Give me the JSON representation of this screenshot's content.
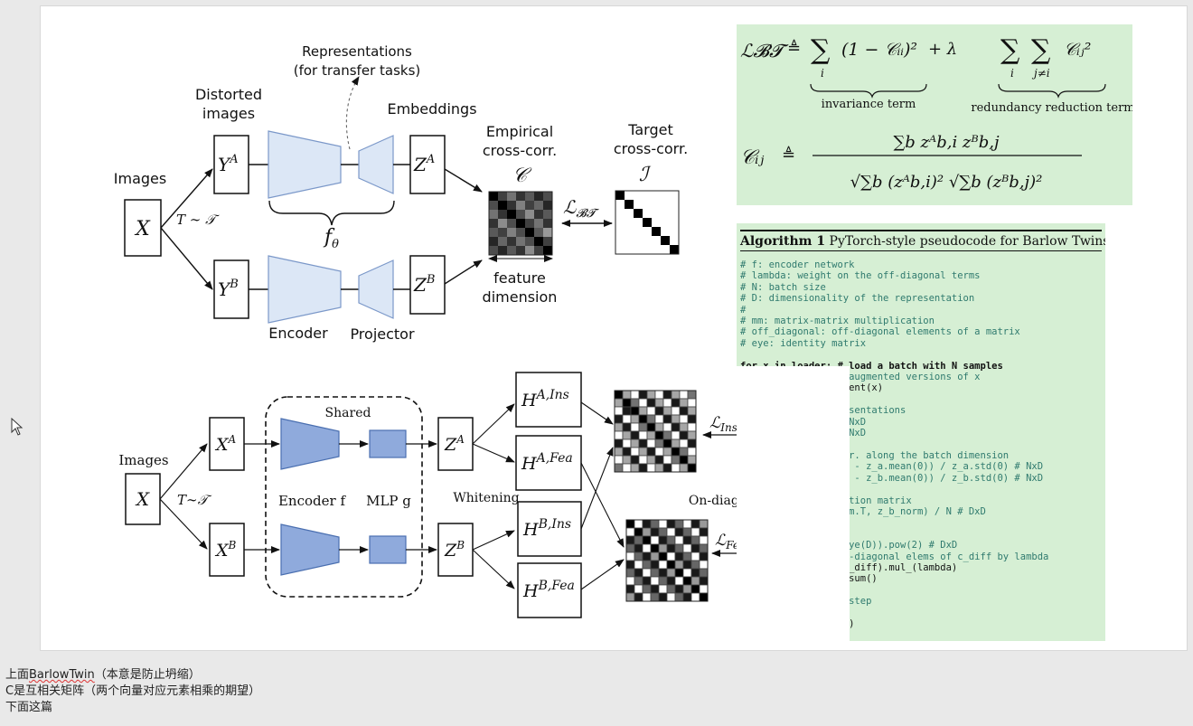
{
  "top_diagram": {
    "images_label": "Images",
    "x_label": "X",
    "transform_label": "T ∼ 𝒯",
    "distorted_label_1": "Distorted",
    "distorted_label_2": "images",
    "ya_label": "Y",
    "ya_sup": "A",
    "yb_label": "Y",
    "yb_sup": "B",
    "representations_label_1": "Representations",
    "representations_label_2": "(for transfer tasks)",
    "embeddings_label": "Embeddings",
    "za_label": "Z",
    "za_sup": "A",
    "zb_label": "Z",
    "zb_sup": "B",
    "f_theta_label": "f",
    "f_theta_sub": "θ",
    "encoder_label": "Encoder",
    "projector_label": "Projector",
    "empirical_label_1": "Empirical",
    "empirical_label_2": "cross-corr.",
    "c_symbol": "𝒞",
    "target_label_1": "Target",
    "target_label_2": "cross-corr.",
    "i_symbol": "ℐ",
    "loss_label": "ℒ",
    "loss_sub": "𝓑𝓣",
    "feature_label_1": "feature",
    "feature_label_2": "dimension"
  },
  "bottom_diagram": {
    "images_label": "Images",
    "x_label": "X",
    "transform_label": "T∼𝒯",
    "xa_label": "X",
    "xa_sup": "A",
    "xb_label": "X",
    "xb_sup": "B",
    "shared_label": "Shared",
    "encoder_label": "Encoder f",
    "mlp_label": "MLP g",
    "za_label": "Z",
    "za_sup": "A",
    "zb_label": "Z",
    "zb_sup": "B",
    "whitening_label": "Whitening",
    "h_a_ins_label": "H",
    "h_a_ins_sup": "A,Ins",
    "h_a_fea_label": "H",
    "h_a_fea_sup": "A,Fea",
    "h_b_ins_label": "H",
    "h_b_ins_sup": "B,Ins",
    "h_b_fea_label": "H",
    "h_b_fea_sup": "B,Fea",
    "loss_ins_label": "ℒ",
    "loss_ins_sub": "Ins",
    "loss_fea_label": "ℒ",
    "loss_fea_sub": "Fea",
    "on_diag_label": "On-diag only"
  },
  "formulas": {
    "lbt": "ℒ𝓑𝓣",
    "def_sym": "≜",
    "sum_sym": "∑",
    "sum_idx_i": "i",
    "sum_idx_j": "j≠i",
    "term1": "(1 − 𝒞ᵢᵢ)²",
    "plus_lambda": "+  λ",
    "term2": "𝒞ᵢⱼ²",
    "invariance_label": "invariance term",
    "redundancy_label": "redundancy reduction term",
    "cij": "𝒞ᵢⱼ",
    "numerator": "∑b zᴬb,i zᴮb,j",
    "denominator": "√∑b (zᴬb,i)² √∑b (zᴮb,j)²"
  },
  "algorithm": {
    "title_bold": "Algorithm 1",
    "title_rest": " PyTorch-style pseudocode for Barlow Twins.",
    "lines": [
      {
        "t": "# f: encoder network",
        "c": "c"
      },
      {
        "t": "# lambda: weight on the off-diagonal terms",
        "c": "c"
      },
      {
        "t": "# N: batch size",
        "c": "c"
      },
      {
        "t": "# D: dimensionality of the representation",
        "c": "c"
      },
      {
        "t": "#",
        "c": "c"
      },
      {
        "t": "# mm: matrix-matrix multiplication",
        "c": "c"
      },
      {
        "t": "# off_diagonal: off-diagonal elements of a matrix",
        "c": "c"
      },
      {
        "t": "# eye: identity matrix",
        "c": "c"
      },
      {
        "t": "",
        "c": "c"
      },
      {
        "t": "for x in loader: # load a batch with N samples",
        "c": "k"
      },
      {
        "t": "                 y augmented versions of x",
        "c": "c"
      },
      {
        "t": "                 gment(x)",
        "c": "n"
      },
      {
        "t": "",
        "c": "c"
      },
      {
        "t": "                 resentations",
        "c": "c"
      },
      {
        "t": "                 # NxD",
        "c": "c"
      },
      {
        "t": "                 # NxD",
        "c": "c"
      },
      {
        "t": "",
        "c": "c"
      },
      {
        "t": "                 epr. along the batch dimension",
        "c": "c"
      },
      {
        "t": "                 _a - z_a.mean(0)) / z_a.std(0) # NxD",
        "c": "c"
      },
      {
        "t": "                 _b - z_b.mean(0)) / z_b.std(0) # NxD",
        "c": "c"
      },
      {
        "t": "",
        "c": "c"
      },
      {
        "t": "                 lation matrix",
        "c": "c"
      },
      {
        "t": "                 orm.T, z_b_norm) / N # DxD",
        "c": "c"
      },
      {
        "t": "",
        "c": "c"
      },
      {
        "t": "",
        "c": "c"
      },
      {
        "t": "                  eye(D)).pow(2) # DxD",
        "c": "c"
      },
      {
        "t": "                 ff-diagonal elems of c_diff by lambda",
        "c": "c"
      },
      {
        "t": "                 (c_diff).mul_(lambda)",
        "c": "n"
      },
      {
        "t": "                 f.sum()",
        "c": "n"
      },
      {
        "t": "",
        "c": "c"
      },
      {
        "t": "                 n step",
        "c": "c"
      },
      {
        "t": "                 ()",
        "c": "n"
      },
      {
        "t": "                 p()",
        "c": "n"
      }
    ]
  },
  "notes": {
    "line1_prefix": "上面",
    "line1_word": "BarlowTwin",
    "line1_rest": "（本意是防止坍缩）",
    "line2": "C是互相关矩阵（两个向量对应元素相乘的期望）",
    "line3": "下面这篇"
  },
  "matrices": {
    "empirical_top": [
      [
        0.08,
        0.25,
        0.45,
        0.2,
        0.35,
        0.15,
        0.3
      ],
      [
        0.3,
        0.05,
        0.2,
        0.5,
        0.25,
        0.4,
        0.15
      ],
      [
        0.45,
        0.2,
        0.0,
        0.3,
        0.55,
        0.2,
        0.35
      ],
      [
        0.2,
        0.55,
        0.3,
        0.1,
        0.25,
        0.45,
        0.2
      ],
      [
        0.35,
        0.25,
        0.5,
        0.3,
        0.05,
        0.35,
        0.6
      ],
      [
        0.15,
        0.4,
        0.2,
        0.45,
        0.3,
        0.1,
        0.25
      ],
      [
        0.3,
        0.15,
        0.35,
        0.2,
        0.55,
        0.25,
        0.05
      ]
    ],
    "noisy_bottom": [
      [
        0.0,
        0.7,
        1.0,
        0.4,
        0.7,
        1.0,
        0.3,
        0.7,
        1.0,
        0.5
      ],
      [
        0.7,
        0.0,
        0.5,
        1.0,
        0.3,
        0.7,
        1.0,
        0.4,
        0.7,
        1.0
      ],
      [
        1.0,
        0.4,
        0.0,
        0.7,
        1.0,
        0.3,
        0.7,
        1.0,
        0.4,
        0.7
      ],
      [
        0.4,
        1.0,
        0.7,
        0.0,
        0.5,
        1.0,
        0.4,
        0.7,
        1.0,
        0.3
      ],
      [
        0.7,
        0.3,
        1.0,
        0.5,
        0.0,
        0.7,
        1.0,
        0.3,
        0.7,
        1.0
      ],
      [
        1.0,
        0.7,
        0.4,
        1.0,
        0.7,
        0.0,
        0.5,
        1.0,
        0.3,
        0.7
      ],
      [
        0.3,
        1.0,
        0.7,
        0.3,
        1.0,
        0.5,
        0.0,
        0.7,
        1.0,
        0.4
      ],
      [
        0.7,
        0.4,
        1.0,
        0.7,
        0.3,
        1.0,
        0.7,
        0.0,
        0.5,
        1.0
      ],
      [
        1.0,
        0.7,
        0.3,
        1.0,
        0.7,
        0.4,
        1.0,
        0.5,
        0.0,
        0.7
      ],
      [
        0.5,
        1.0,
        0.7,
        0.4,
        1.0,
        0.7,
        0.3,
        1.0,
        0.7,
        0.0
      ]
    ]
  },
  "colors": {
    "green_panel": "#d6efd4",
    "encoder_fill_top": "#dce7f6",
    "encoder_fill_bottom": "#8faadc",
    "encoder_stroke": "#4a6fb0"
  }
}
